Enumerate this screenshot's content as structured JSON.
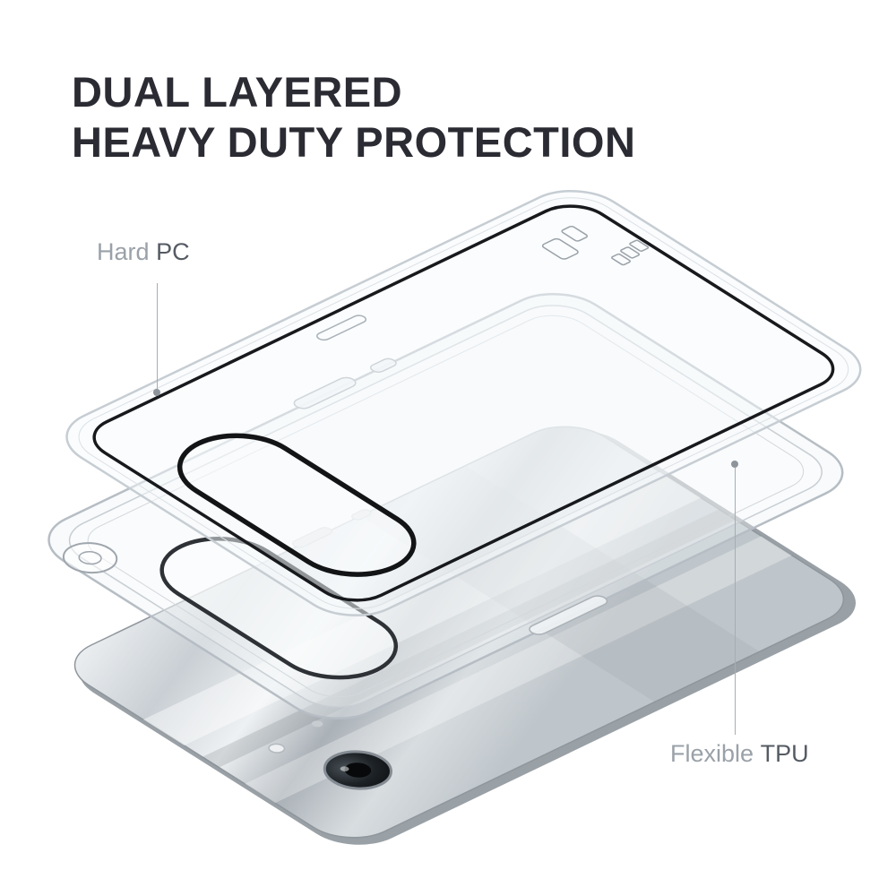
{
  "title": {
    "line1": "DUAL LAYERED",
    "line2": "HEAVY DUTY PROTECTION"
  },
  "callouts": {
    "hard_pc": {
      "prefix": "Hard",
      "material": "PC"
    },
    "flexible_tpu": {
      "prefix": "Flexible",
      "material": "TPU"
    }
  },
  "colors": {
    "title_text": "#2b2b33",
    "label_prefix": "#9aa1a8",
    "label_material": "#555b63",
    "leader_line": "#a6adb3",
    "hard_pc_outline": "#17191c",
    "case_edge": "#c6cdd3",
    "phone_silver": "#c9cfd4",
    "camera_lens": "#1d2226"
  }
}
